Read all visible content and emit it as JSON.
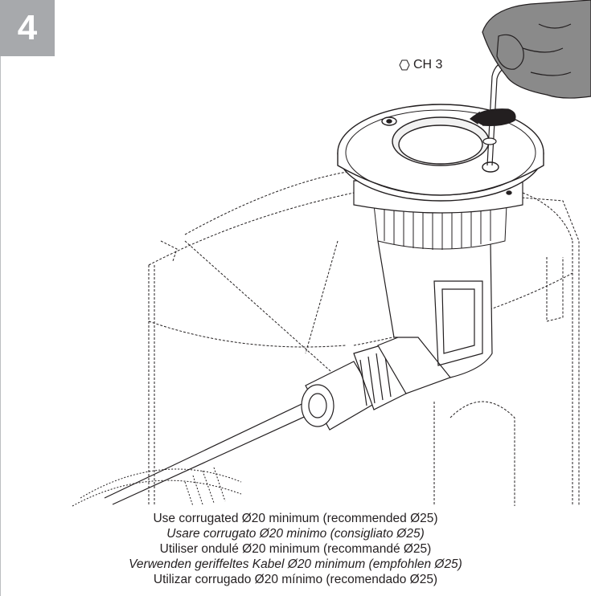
{
  "step": {
    "number": "4"
  },
  "tool": {
    "icon": "hexagon-icon",
    "label": "CH 3"
  },
  "captions": [
    "Use corrugated Ø20 minimum (recommended Ø25)",
    "Usare corrugato Ø20 minimo (consigliato Ø25)",
    "Utiliser ondulé Ø20 minimum (recommandé Ø25)",
    "Verwenden geriffeltes Kabel Ø20 minimum (empfohlen Ø25)",
    "Utilizar corrugado Ø20 mínimo (recomendado Ø25)"
  ],
  "colors": {
    "badge": "#a7a9ac",
    "line": "#231f20",
    "glove": "#8a8a8a"
  }
}
